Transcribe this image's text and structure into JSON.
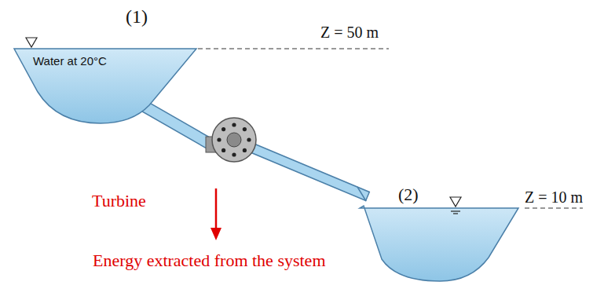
{
  "diagram": {
    "nodes": [
      {
        "text": [
          "Water at 20°C"
        ]
      }
    ],
    "labels": [
      "(1)",
      "Z = 50 m",
      "(2)",
      "Z = 10 m",
      "Turbine",
      "Energy extracted from the system"
    ]
  }
}
